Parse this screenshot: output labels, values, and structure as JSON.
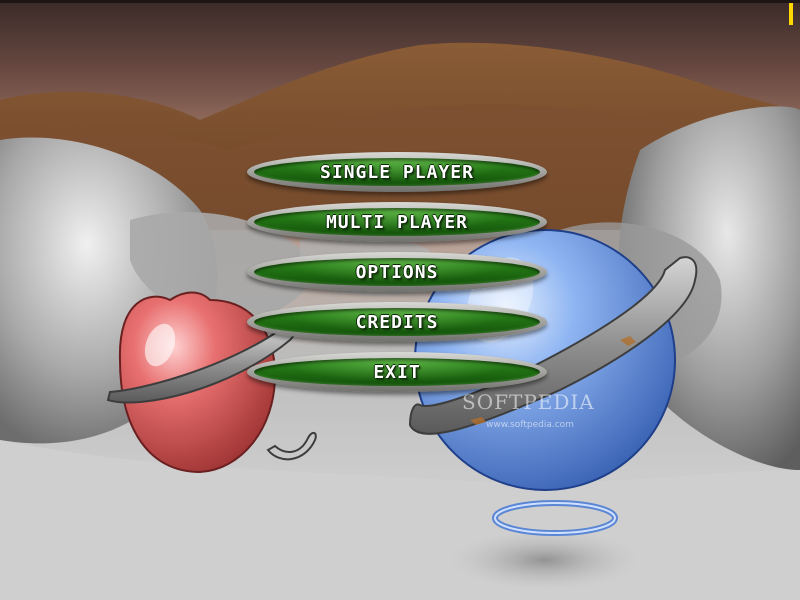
{
  "menu": {
    "items": [
      {
        "label": "SINGLE PLAYER"
      },
      {
        "label": "MULTI PLAYER"
      },
      {
        "label": "OPTIONS"
      },
      {
        "label": "CREDITS"
      },
      {
        "label": "EXIT"
      }
    ]
  },
  "watermark": {
    "brand": "SOFTPEDIA",
    "url": "www.softpedia.com"
  },
  "colors": {
    "button_green": "#1f6e12",
    "button_rim": "#a7a7a3",
    "label_white": "#ffffff",
    "red_planet": "#e05a5a",
    "blue_planet": "#7aa6ee",
    "indicator_yellow": "#ffd800"
  },
  "icons": {
    "indicator": "yellow-bar-indicator"
  }
}
